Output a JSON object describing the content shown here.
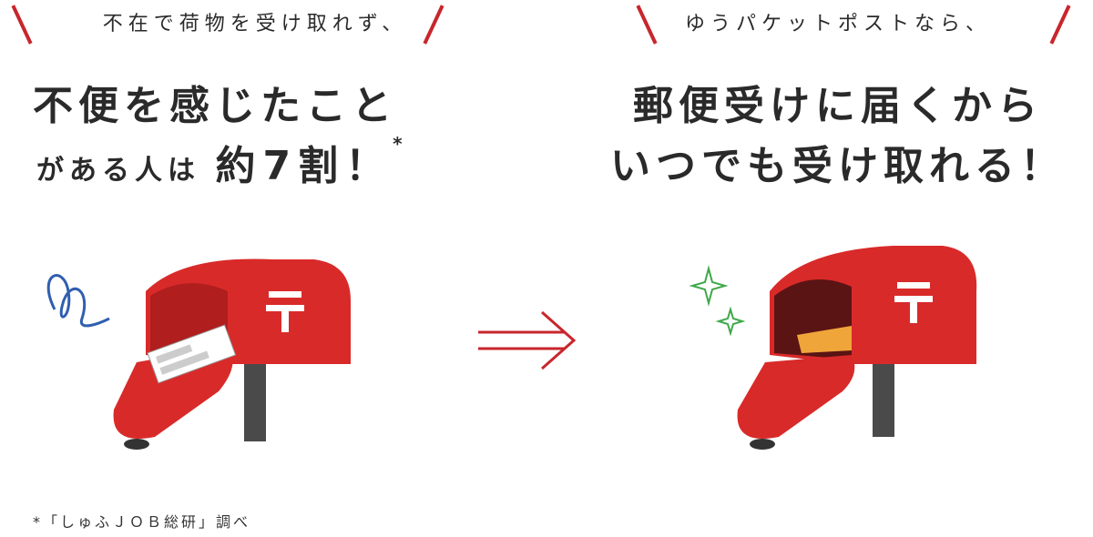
{
  "left": {
    "lead": "不在で荷物を受け取れず、",
    "headline_line1": "不便を感じたこと",
    "headline_line2_pre": "がある人は",
    "headline_line2_big": "約7割！",
    "headline_asterisk": "*",
    "footnote": "*「しゅふＪＯＢ総研」調べ"
  },
  "right": {
    "lead": "ゆうパケットポストなら、",
    "headline_line1": "郵便受けに届くから",
    "headline_line2": "いつでも受け取れる！"
  },
  "colors": {
    "accent": "#c8262c",
    "mailbox_red": "#d92a2a",
    "post_gray": "#4a4a4a",
    "swirl_blue": "#2f5fb0",
    "sparkle_green": "#3ea84a",
    "parcel_orange": "#f0a53a"
  },
  "icons": [
    "post-office-mark-icon",
    "right-arrow-icon",
    "sparkle-icon",
    "swirl-icon"
  ]
}
